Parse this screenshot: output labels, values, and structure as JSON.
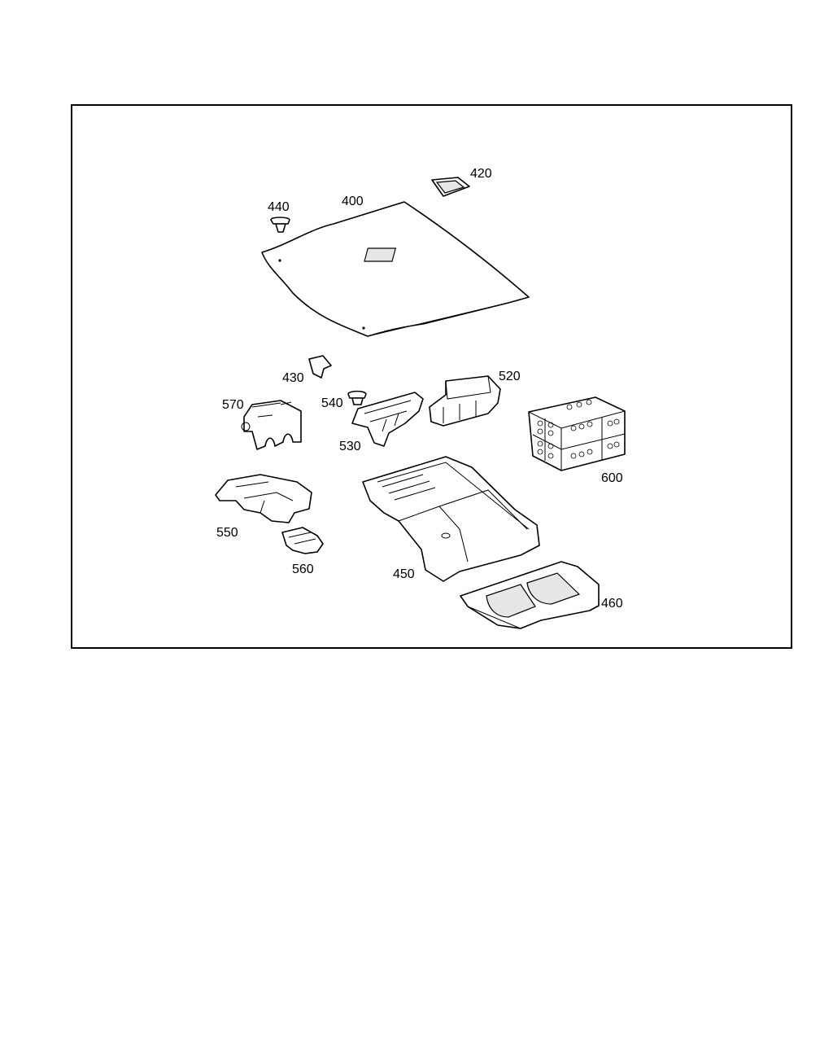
{
  "colors": {
    "line": "#000000",
    "background": "#ffffff"
  },
  "callouts": {
    "c400": "400",
    "c420": "420",
    "c430": "430",
    "c440": "440",
    "c450": "450",
    "c460": "460",
    "c520": "520",
    "c530": "530",
    "c540": "540",
    "c550": "550",
    "c560": "560",
    "c570": "570",
    "c600": "600"
  }
}
